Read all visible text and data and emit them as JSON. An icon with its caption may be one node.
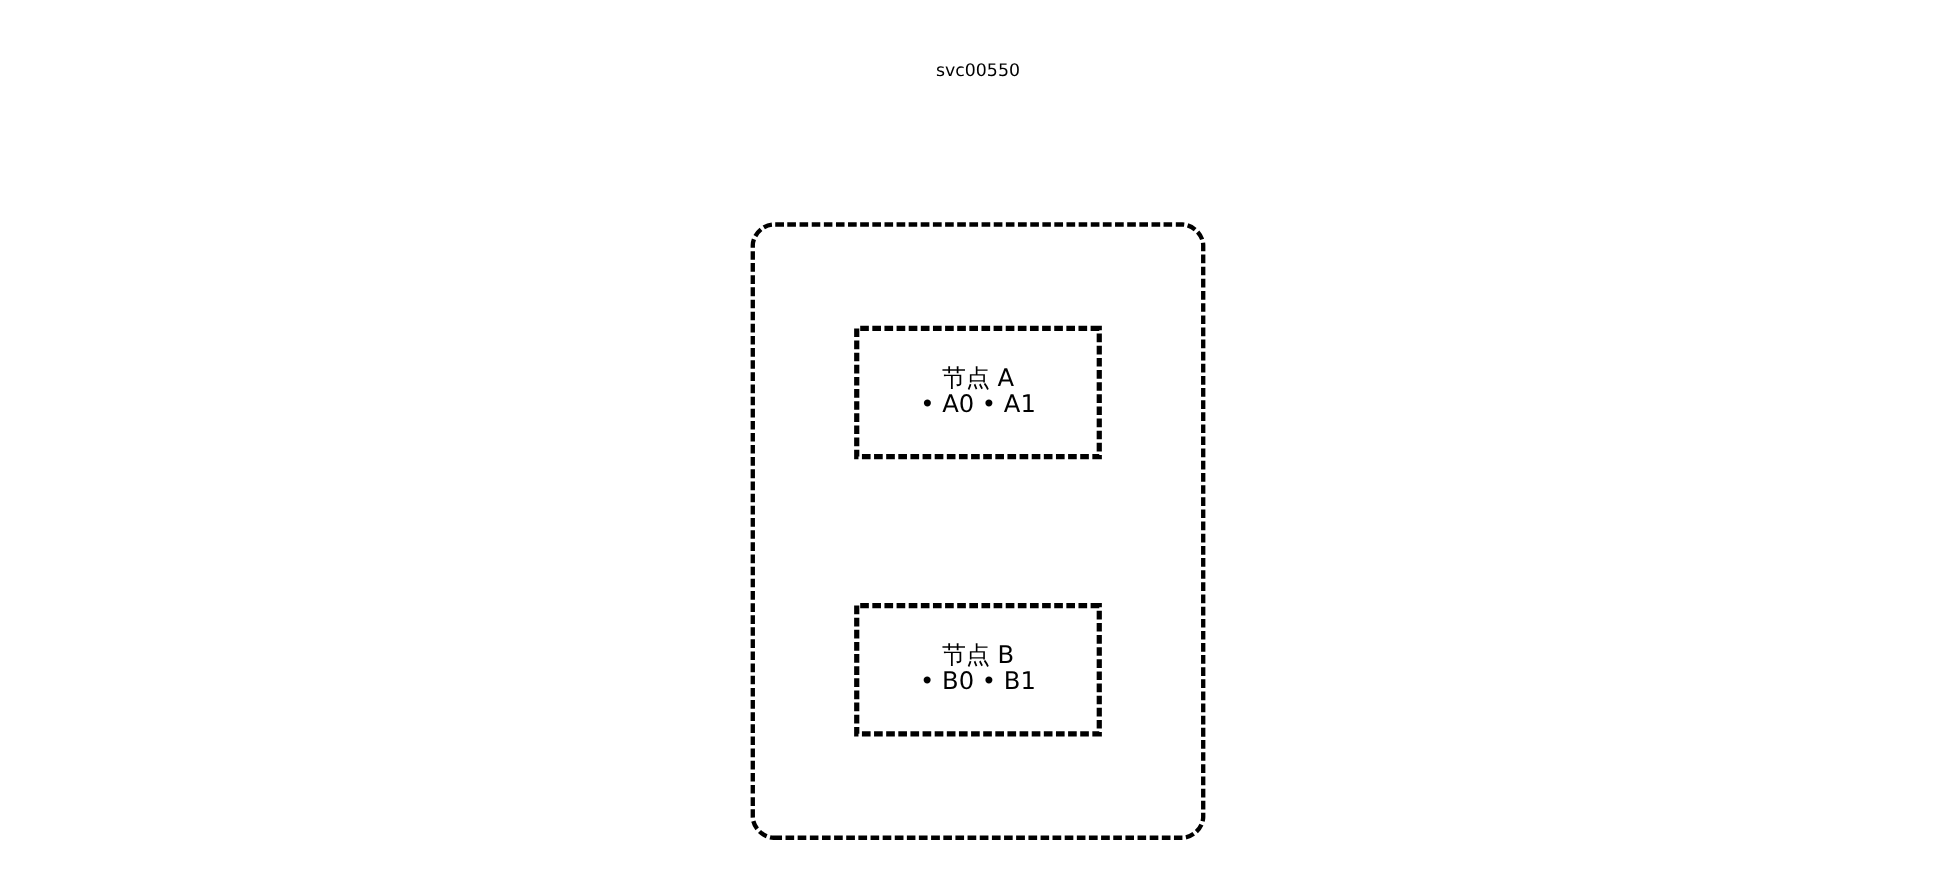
{
  "diagram": {
    "nodes": [
      {
        "text": [],
        "shape": "ellipse"
      },
      {
        "text": [
          "节点 A",
          "• A0 • A1"
        ],
        "in": 0
      },
      {
        "text": [
          "节点 B",
          "• B0 • B1"
        ],
        "in": 0
      }
    ],
    "edges": [],
    "labels": [
      "svc00550"
    ]
  }
}
